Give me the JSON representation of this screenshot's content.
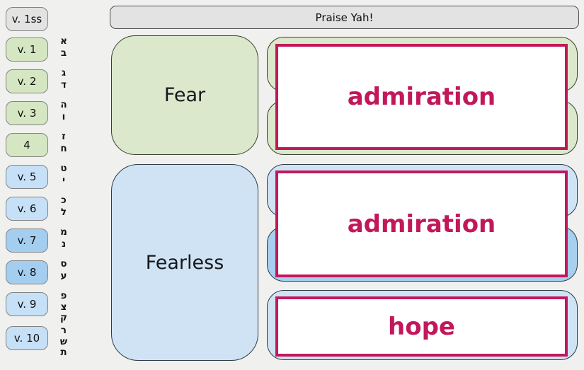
{
  "header": {
    "label": "Praise Yah!"
  },
  "sidebar": {
    "buttons": [
      {
        "label": "v. 1ss",
        "variant": "gray",
        "letters": []
      },
      {
        "label": "v. 1",
        "variant": "green",
        "letters": [
          "א",
          "ב"
        ]
      },
      {
        "label": "v. 2",
        "variant": "green",
        "letters": [
          "ג",
          "ד"
        ]
      },
      {
        "label": "v. 3",
        "variant": "green",
        "letters": [
          "ה",
          "ו"
        ]
      },
      {
        "label": "4",
        "variant": "green",
        "letters": [
          "ז",
          "ח"
        ]
      },
      {
        "label": "v. 5",
        "variant": "blue",
        "letters": [
          "ט",
          "י"
        ]
      },
      {
        "label": "v. 6",
        "variant": "blue",
        "letters": [
          "כ",
          "ל"
        ]
      },
      {
        "label": "v. 7",
        "variant": "blue-dark",
        "letters": [
          "מ",
          "נ"
        ]
      },
      {
        "label": "v. 8",
        "variant": "blue-dark",
        "letters": [
          "ס",
          "ע"
        ]
      },
      {
        "label": "v. 9",
        "variant": "blue",
        "letters": [
          "פ",
          "צ",
          "ק"
        ]
      },
      {
        "label": "v. 10",
        "variant": "blue",
        "letters": [
          "ר",
          "ש",
          "ת"
        ]
      }
    ]
  },
  "sections": {
    "fear": {
      "label": "Fear"
    },
    "fearless": {
      "label": "Fearless"
    }
  },
  "cards": {
    "admiration_fear": {
      "label": "admiration"
    },
    "admiration_fearless": {
      "label": "admiration"
    },
    "hope": {
      "label": "hope"
    }
  },
  "colors": {
    "accent_pink": "#c2185b",
    "green_fill": "#dce8cb",
    "blue_fill": "#cfe3f5",
    "blue_dark_fill": "#a7cfee",
    "gray_fill": "#e3e3e3",
    "background": "#f0f0ee"
  }
}
